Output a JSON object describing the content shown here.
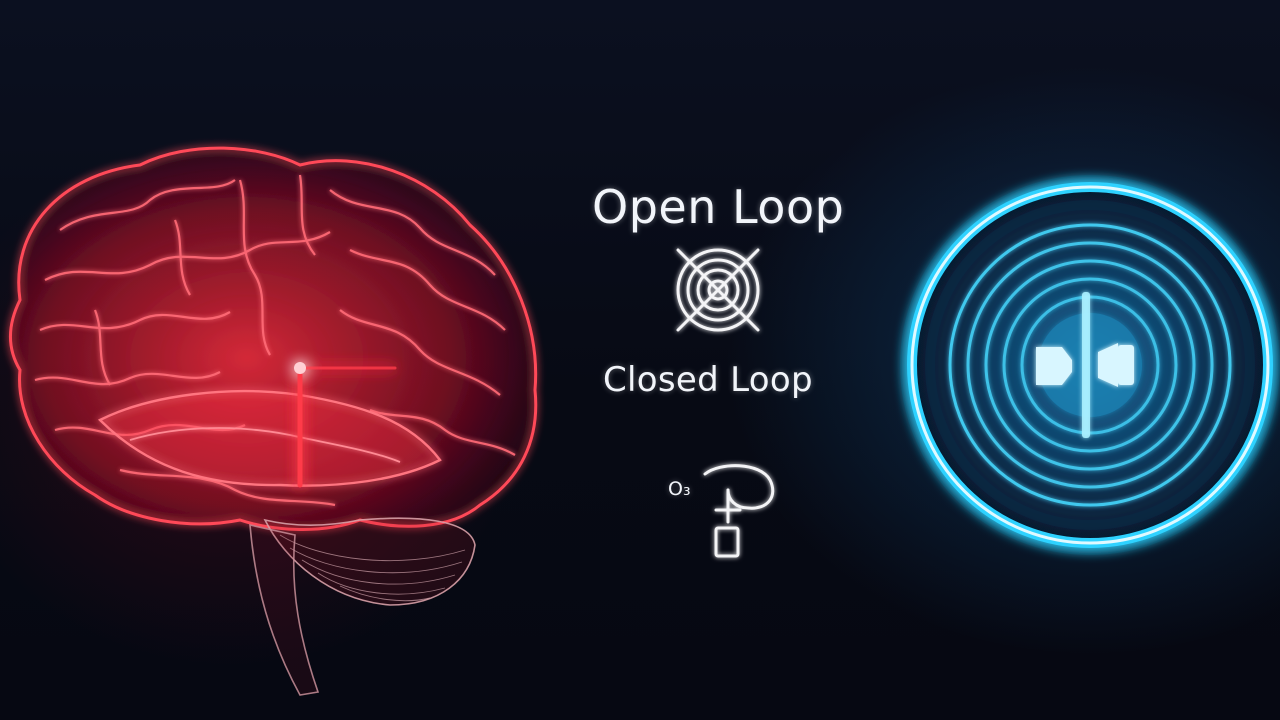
{
  "labels": {
    "open_loop": "Open Loop",
    "closed_loop": "Closed Loop",
    "small_glyph": "O₃"
  },
  "icons": {
    "open_loop_icon": "crossed-target-icon",
    "closed_loop_icon": "hook-connector-icon",
    "device_icon": "stimulator-disc-icon",
    "brain": "brain-outline-icon"
  },
  "colors": {
    "background": "#070a14",
    "brain_red": "#ff2a3c",
    "signal_red": "#ff3a4a",
    "device_cyan": "#1fc8ff",
    "signal_cyan": "#5fe6ff",
    "text": "#f2f5fa"
  }
}
